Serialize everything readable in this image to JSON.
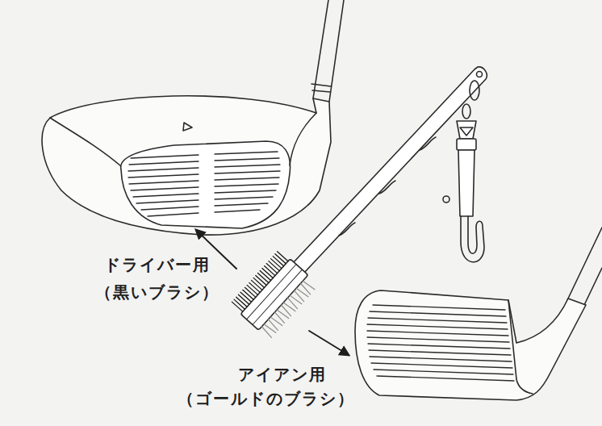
{
  "diagram": {
    "labels": [
      "ドライバー用",
      "（黒いブラシ）",
      "アイアン用",
      "（ゴールドのブラシ）"
    ]
  }
}
